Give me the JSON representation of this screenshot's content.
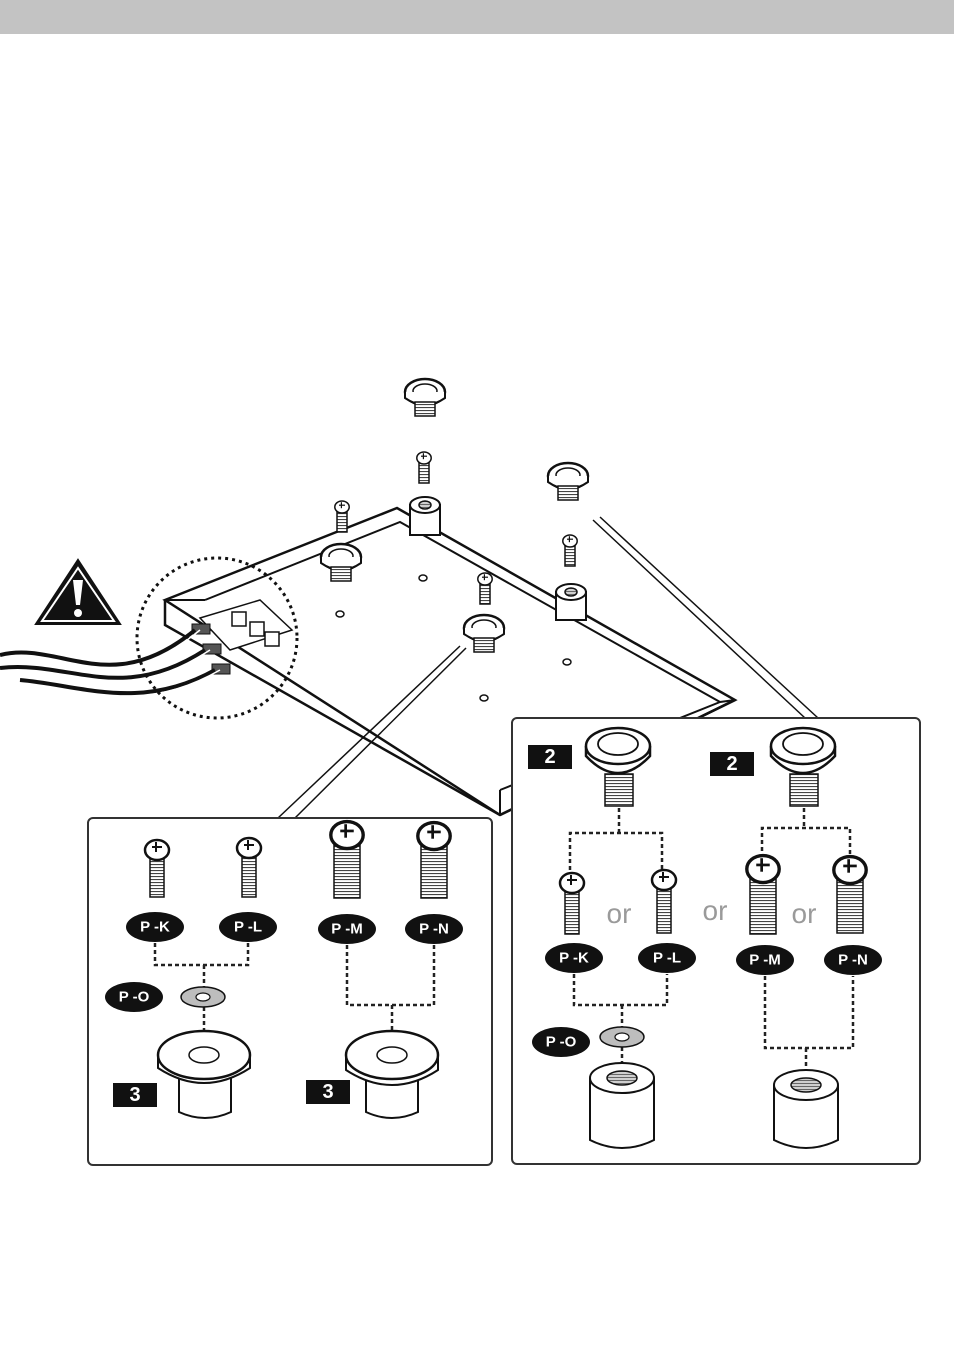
{
  "labels": {
    "pk": "P -K",
    "pl": "P -L",
    "pm": "P -M",
    "pn": "P -N",
    "po": "P -O",
    "step2": "2",
    "step3": "3",
    "or": "or"
  },
  "icons": {
    "warning": "warning-triangle-icon"
  },
  "colors": {
    "header_bar": "#c3c3c3",
    "label_fill": "#111111",
    "label_text": "#ffffff",
    "or_text": "#9a9a9a"
  }
}
